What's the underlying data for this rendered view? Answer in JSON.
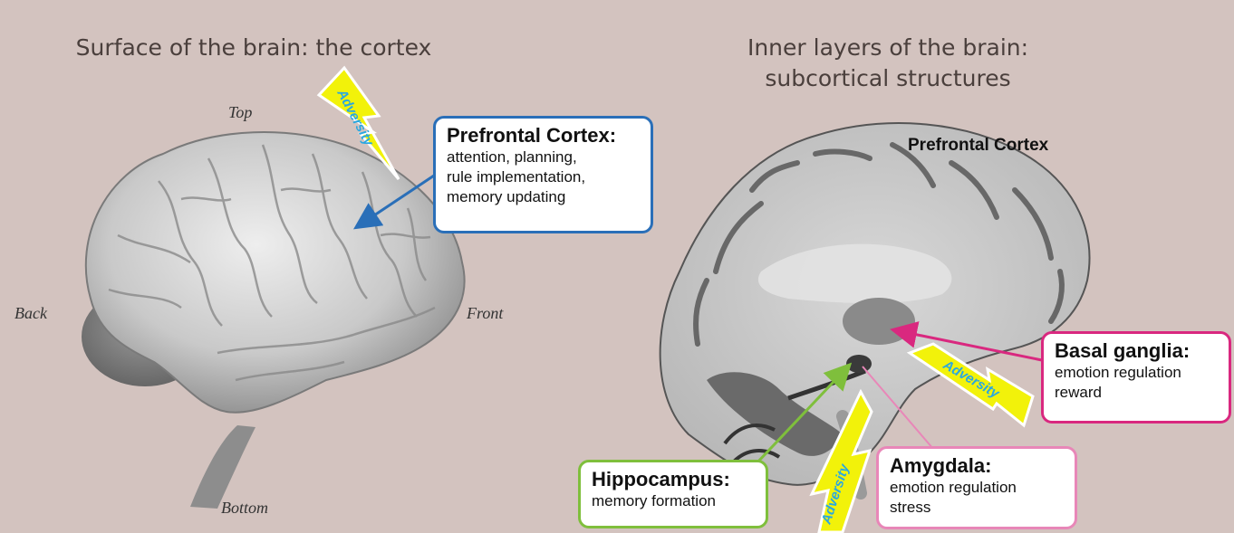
{
  "titles": {
    "left": "Surface of the brain: the cortex",
    "right_line1": "Inner layers of the brain:",
    "right_line2": "subcortical structures"
  },
  "orientation": {
    "top": "Top",
    "back": "Back",
    "front": "Front",
    "bottom": "Bottom"
  },
  "adversity_label": "Adversity",
  "callouts": {
    "prefrontal": {
      "title": "Prefrontal Cortex:",
      "line1": "attention, planning,",
      "line2": "rule implementation,",
      "line3": "memory updating",
      "color": "#2a6fb8"
    },
    "prefrontal_inner": "Prefrontal Cortex",
    "basal": {
      "title": "Basal ganglia:",
      "line1": "emotion regulation",
      "line2": "reward",
      "color": "#d9287f"
    },
    "amygdala": {
      "title": "Amygdala:",
      "line1": "emotion regulation",
      "line2": "stress",
      "color": "#e887b8"
    },
    "hippocampus": {
      "title": "Hippocampus:",
      "line1": "memory formation",
      "color": "#7fbf3c"
    }
  },
  "colors": {
    "background": "#d3c3bf",
    "bolt_fill": "#f2f20a",
    "bolt_text": "#2aa7e0"
  }
}
